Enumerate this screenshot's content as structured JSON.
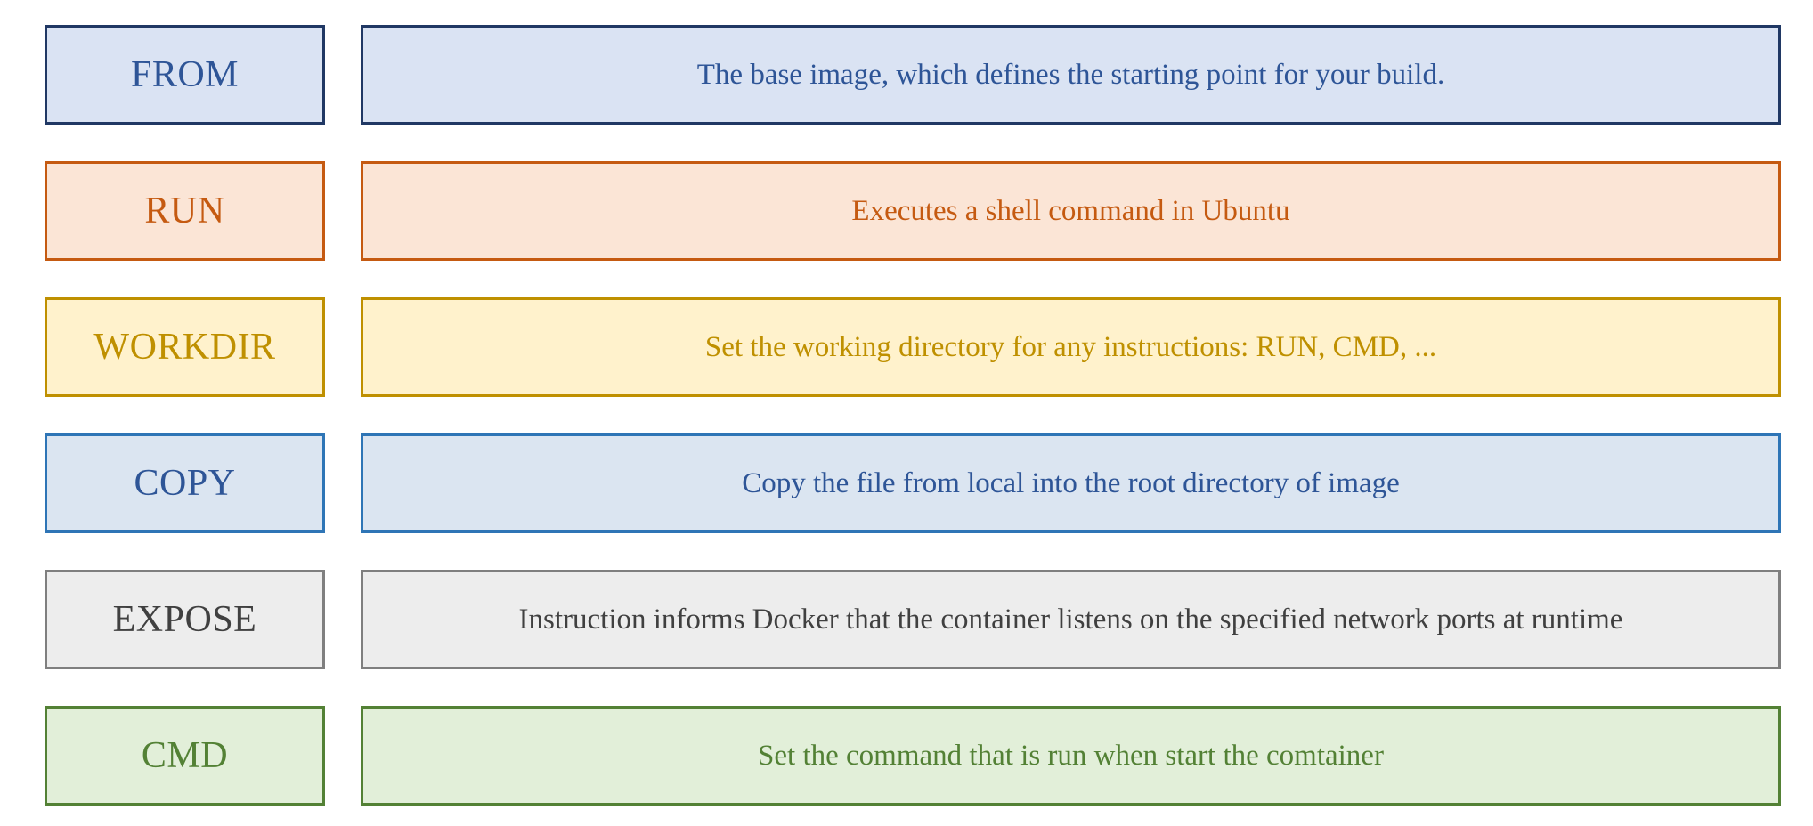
{
  "rows": [
    {
      "label": "FROM",
      "description": "The base image, which defines the starting point for your build.",
      "colors": {
        "fill": "#dae3f3",
        "border": "#203864",
        "text": "#2e5597"
      }
    },
    {
      "label": "RUN",
      "description": "Executes a shell command in Ubuntu",
      "colors": {
        "fill": "#fbe5d6",
        "border": "#c55a11",
        "text": "#c55a11"
      }
    },
    {
      "label": "WORKDIR",
      "description": "Set the working directory for any instructions: RUN, CMD, ...",
      "colors": {
        "fill": "#fff2cc",
        "border": "#bf9000",
        "text": "#bf9000"
      }
    },
    {
      "label": "COPY",
      "description": "Copy the file from local into the root directory of image",
      "colors": {
        "fill": "#dbe5f1",
        "border": "#2e75b6",
        "text": "#2e5597"
      }
    },
    {
      "label": "EXPOSE",
      "description": "Instruction informs Docker that the container listens on the specified network ports at runtime",
      "colors": {
        "fill": "#ededed",
        "border": "#7f7f7f",
        "text": "#404040"
      }
    },
    {
      "label": "CMD",
      "description": "Set the command that is run when start the comtainer",
      "colors": {
        "fill": "#e2efd9",
        "border": "#538135",
        "text": "#538135"
      }
    }
  ]
}
